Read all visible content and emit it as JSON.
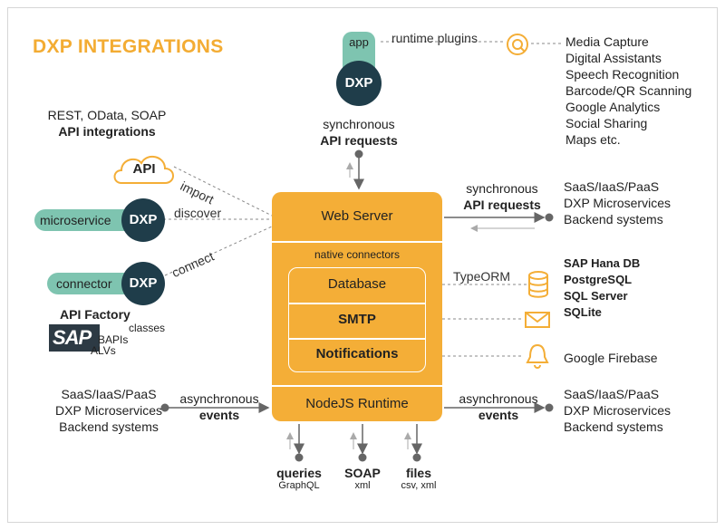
{
  "title": "DXP INTEGRATIONS",
  "top": {
    "app_label": "app",
    "dxp_label": "DXP",
    "runtime_plugins": "runtime plugins",
    "plugins_list": [
      "Media Capture",
      "Digital Assistants",
      "Speech Recognition",
      "Barcode/QR Scanning",
      "Google Analytics",
      "Social Sharing",
      "Maps etc."
    ],
    "sync_line1": "synchronous",
    "sync_line2": "API requests"
  },
  "left": {
    "api_int_line1": "REST, OData, SOAP",
    "api_int_line2": "API integrations",
    "api_cloud": "API",
    "import": "import",
    "discover": "discover",
    "connect": "connect",
    "microservice": "microservice",
    "connector": "connector",
    "dxp": "DXP",
    "api_factory": "API Factory",
    "sap_logo": "SAP",
    "sap_classes": "classes",
    "sap_bapis": "BAPIs",
    "sap_alvs": "ALVs",
    "async_sources": [
      "SaaS/IaaS/PaaS",
      "DXP Microservices",
      "Backend systems"
    ],
    "async_line1": "asynchronous",
    "async_line2": "events"
  },
  "center": {
    "web_server": "Web Server",
    "native_connectors": "native connectors",
    "database": "Database",
    "smtp": "SMTP",
    "notifications": "Notifications",
    "node_runtime": "NodeJS Runtime"
  },
  "right": {
    "sync_line1": "synchronous",
    "sync_line2": "API requests",
    "sync_targets": [
      "SaaS/IaaS/PaaS",
      "DXP Microservices",
      "Backend systems"
    ],
    "typeorm": "TypeORM",
    "databases": [
      "SAP Hana DB",
      "PostgreSQL",
      "SQL Server",
      "SQLite"
    ],
    "firebase": "Google Firebase",
    "async_line1": "asynchronous",
    "async_line2": "events",
    "async_targets": [
      "SaaS/IaaS/PaaS",
      "DXP Microservices",
      "Backend systems"
    ]
  },
  "bottom": {
    "queries": "queries",
    "queries_sub": "GraphQL",
    "soap": "SOAP",
    "soap_sub": "xml",
    "files": "files",
    "files_sub": "csv, xml"
  },
  "colors": {
    "accent": "#f4ae37",
    "teal": "#7ec4b0",
    "navy": "#1f3d4a",
    "connector_gray": "#666666"
  }
}
